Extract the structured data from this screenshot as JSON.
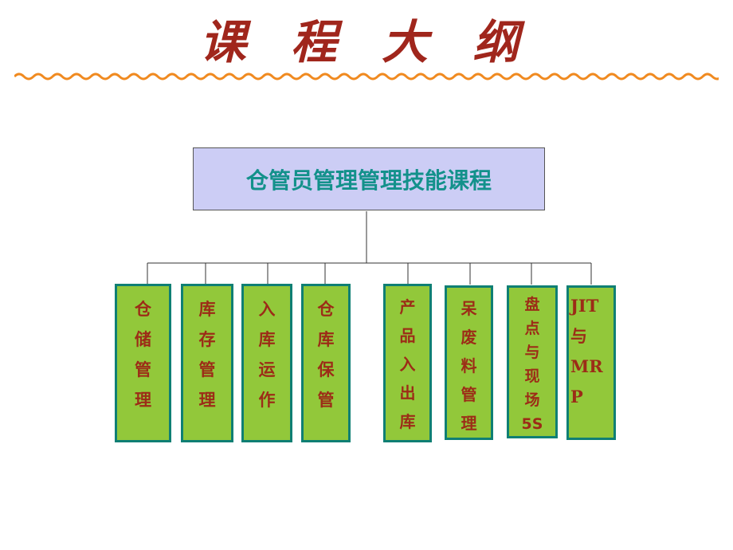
{
  "title": "课 程 大 纲",
  "root": {
    "label": "仓管员管理管理技能课程"
  },
  "modules": [
    {
      "lines": [
        "仓",
        "储",
        "管",
        "理"
      ]
    },
    {
      "lines": [
        "库",
        "存",
        "管",
        "理"
      ]
    },
    {
      "lines": [
        "入",
        "库",
        "运",
        "作"
      ]
    },
    {
      "lines": [
        "仓",
        "库",
        "保",
        "管"
      ]
    },
    {
      "lines": [
        "产",
        "品",
        "入",
        "出",
        "库"
      ]
    },
    {
      "lines": [
        "呆",
        "废",
        "料",
        "管",
        "理"
      ]
    },
    {
      "lines": [
        "盘",
        "点",
        "与",
        "现",
        "场",
        "5S"
      ]
    },
    {
      "lines": [
        "JIT",
        "与",
        "MR",
        "P"
      ]
    }
  ],
  "colors": {
    "title": "#a0261c",
    "wave": "#f08a20",
    "root_fill": "#cccdf5",
    "root_text": "#13918b",
    "module_fill": "#92c83a",
    "module_border": "#0f7f74",
    "module_text": "#9c2c17"
  }
}
